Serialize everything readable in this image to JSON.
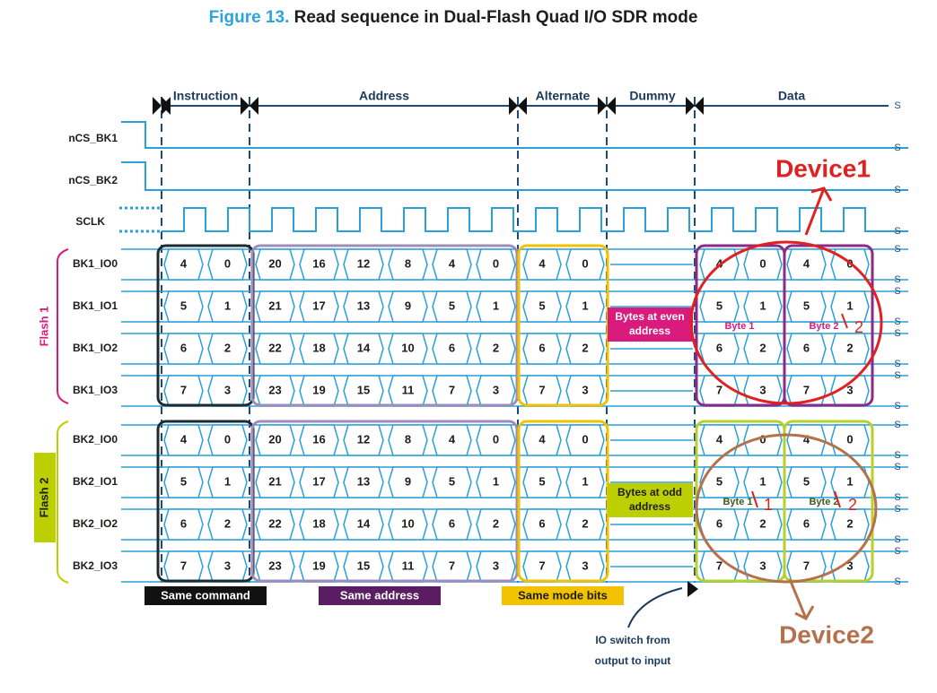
{
  "title": {
    "figure_number": "Figure 13.",
    "caption": "Read sequence in Dual-Flash Quad I/O SDR mode"
  },
  "phases": [
    "Instruction",
    "Address",
    "Alternate",
    "Dummy",
    "Data"
  ],
  "signals": {
    "control": [
      "nCS_BK1",
      "nCS_BK2",
      "SCLK"
    ],
    "bank1": [
      "BK1_IO0",
      "BK1_IO1",
      "BK1_IO2",
      "BK1_IO3"
    ],
    "bank2": [
      "BK2_IO0",
      "BK2_IO1",
      "BK2_IO2",
      "BK2_IO3"
    ]
  },
  "groups": {
    "flash1": "Flash 1",
    "flash2": "Flash 2"
  },
  "cycles": {
    "instruction": [
      [
        "4",
        "0"
      ],
      [
        "5",
        "1"
      ],
      [
        "6",
        "2"
      ],
      [
        "7",
        "3"
      ]
    ],
    "address": [
      [
        "20",
        "16",
        "12",
        "8",
        "4",
        "0"
      ],
      [
        "21",
        "17",
        "13",
        "9",
        "5",
        "1"
      ],
      [
        "22",
        "18",
        "14",
        "10",
        "6",
        "2"
      ],
      [
        "23",
        "19",
        "15",
        "11",
        "7",
        "3"
      ]
    ],
    "alternate": [
      [
        "4",
        "0"
      ],
      [
        "5",
        "1"
      ],
      [
        "6",
        "2"
      ],
      [
        "7",
        "3"
      ]
    ],
    "data": [
      [
        "4",
        "0",
        "4",
        "0"
      ],
      [
        "5",
        "1",
        "5",
        "1"
      ],
      [
        "6",
        "2",
        "6",
        "2"
      ],
      [
        "7",
        "3",
        "7",
        "3"
      ]
    ]
  },
  "byte_labels": {
    "bank1": [
      "Byte 1",
      "Byte 2"
    ],
    "bank2": [
      "Byte 1",
      "Byte 2"
    ]
  },
  "dummy_notes": {
    "bank1": [
      "Bytes at even",
      "address"
    ],
    "bank2": [
      "Bytes at odd",
      "address"
    ]
  },
  "legend": {
    "same_command": "Same command",
    "same_address": "Same address",
    "same_mode_bits": "Same mode bits"
  },
  "io_switch_note": [
    "IO switch from",
    "output to input"
  ],
  "annotations": {
    "device1": "Device1",
    "device2": "Device2",
    "marks": [
      "1",
      "2",
      "1",
      "2"
    ]
  },
  "break_mark": "S",
  "colors": {
    "title_blue": "#2ea3dd",
    "signal_line": "#2aa0d8",
    "phase_line": "#1b4b7a",
    "instruction_box": "#1f2b33",
    "address_box": "#a08cb8",
    "alternate_box": "#f2c200",
    "data_box_flash1": "#8c2a88",
    "data_box_flash2": "#b9cf2a",
    "flash1_accent": "#d81b7d",
    "flash2_accent": "#bccf00",
    "device1_ink": "#e02121",
    "device2_ink": "#b5714b"
  }
}
